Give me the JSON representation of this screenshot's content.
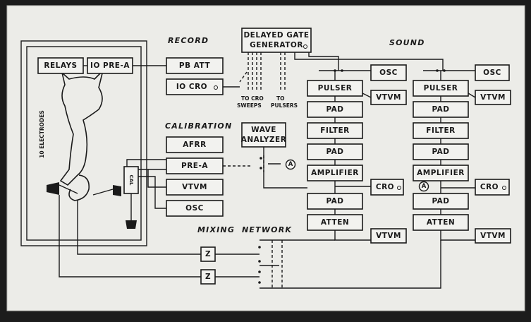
{
  "headings": {
    "record": "RECORD",
    "sound": "SOUND",
    "calibration": "CALIBRATION",
    "mixing_network": "MIXING",
    "mixing_network_2": "NETWORK",
    "electrodes": "10 ELECTRODES"
  },
  "boxes": {
    "relays": "RELAYS",
    "pre_a_10": "IO PRE-A",
    "pb_att": "PB ATT",
    "cro_10": "IO CRO",
    "delayed_gate_1": "DELAYED GATE",
    "delayed_gate_2": "GENERATOR",
    "afrr": "AFRR",
    "pre_a": "PRE-A",
    "vtvm_cal": "VTVM",
    "osc_cal": "OSC",
    "wave_1": "WAVE",
    "wave_2": "ANALYZER",
    "cal": "CAL",
    "z1": "Z",
    "z2": "Z"
  },
  "chain_left": {
    "osc": "OSC",
    "pulser": "PULSER",
    "vtvm_top": "VTVM",
    "pad1": "PAD",
    "filter": "FILTER",
    "pad2": "PAD",
    "amplifier": "AMPLIFIER",
    "cro": "CRO",
    "pad3": "PAD",
    "atten": "ATTEN",
    "vtvm_bottom": "VTVM"
  },
  "chain_right": {
    "osc": "OSC",
    "pulser": "PULSER",
    "vtvm_top": "VTVM",
    "pad1": "PAD",
    "filter": "FILTER",
    "pad2": "PAD",
    "amplifier": "AMPLIFIER",
    "cro": "CRO",
    "pad3": "PAD",
    "atten": "ATTEN",
    "vtvm_bottom": "VTVM"
  },
  "notes": {
    "to_cro_1": "TO CRO",
    "to_cro_2": "SWEEPS",
    "to_pulsers_1": "TO",
    "to_pulsers_2": "PULSERS"
  },
  "markers": {
    "a1": "A",
    "a2": "A"
  }
}
